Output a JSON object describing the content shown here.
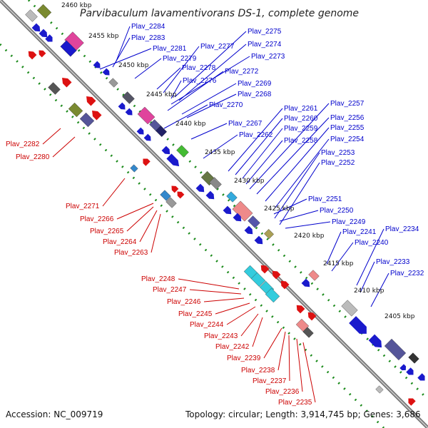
{
  "title": "Parvibaculum lavamentivorans DS-1, complete genome",
  "footer": {
    "accession": "Accession: NC_009719",
    "topology": "Topology: circular; Length: 3,914,745 bp; Genes: 3,686"
  },
  "colors": {
    "forward_label": "#0000cc",
    "reverse_label": "#cc0000",
    "backbone": "#888888",
    "tick": "#1a7a1a"
  },
  "scale_labels": [
    "2460 kbp",
    "2455 kbp",
    "2450 kbp",
    "2445 kbp",
    "2440 kbp",
    "2435 kbp",
    "2430 kbp",
    "2425 kbp",
    "2420 kbp",
    "2415 kbp",
    "2410 kbp",
    "2405 kbp"
  ],
  "forward_genes": [
    "Plav_2284",
    "Plav_2283",
    "Plav_2281",
    "Plav_2279",
    "Plav_2278",
    "Plav_2277",
    "Plav_2276",
    "Plav_2275",
    "Plav_2274",
    "Plav_2273",
    "Plav_2272",
    "Plav_2269",
    "Plav_2268",
    "Plav_2270",
    "Plav_2267",
    "Plav_2262",
    "Plav_2261",
    "Plav_2260",
    "Plav_2259",
    "Plav_2258",
    "Plav_2257",
    "Plav_2256",
    "Plav_2255",
    "Plav_2254",
    "Plav_2253",
    "Plav_2252",
    "Plav_2251",
    "Plav_2250",
    "Plav_2249",
    "Plav_2241",
    "Plav_2240",
    "Plav_2234",
    "Plav_2233",
    "Plav_2232"
  ],
  "reverse_genes": [
    "Plav_2282",
    "Plav_2280",
    "Plav_2271",
    "Plav_2266",
    "Plav_2265",
    "Plav_2264",
    "Plav_2263",
    "Plav_2248",
    "Plav_2247",
    "Plav_2246",
    "Plav_2245",
    "Plav_2244",
    "Plav_2243",
    "Plav_2242",
    "Plav_2239",
    "Plav_2238",
    "Plav_2237",
    "Plav_2236",
    "Plav_2235"
  ]
}
